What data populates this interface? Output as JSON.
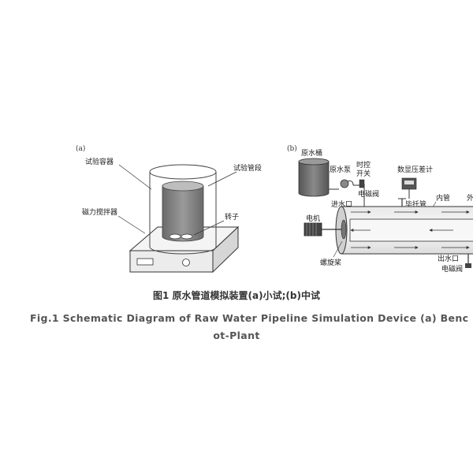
{
  "panel_a": {
    "label": "(a)",
    "test_vessel": "试验容器",
    "pipe_section": "试验管段",
    "magnetic_stirrer": "磁力搅拌器",
    "rotor": "转子"
  },
  "panel_b": {
    "label": "(b)",
    "raw_water_tank": "原水桶",
    "raw_water_pump": "原水泵",
    "timer_switch_line1": "时控",
    "timer_switch_line2": "开关",
    "digital_gauge": "数显压差计",
    "solenoid_valve_in": "电磁阀",
    "inlet": "进水口",
    "pitot_tube": "毕托管",
    "inner_pipe": "内管",
    "outer_pipe_partial": "外",
    "motor": "电机",
    "propeller": "螺旋桨",
    "outlet": "出水口",
    "solenoid_valve_out": "电磁阀"
  },
  "caption": {
    "chinese": "图1  原水管道模拟装置(a)小试;(b)中试",
    "english_line1": "Fig.1 Schematic Diagram of Raw Water Pipeline Simulation Device (a) Benc",
    "english_line2": "ot-Plant"
  }
}
